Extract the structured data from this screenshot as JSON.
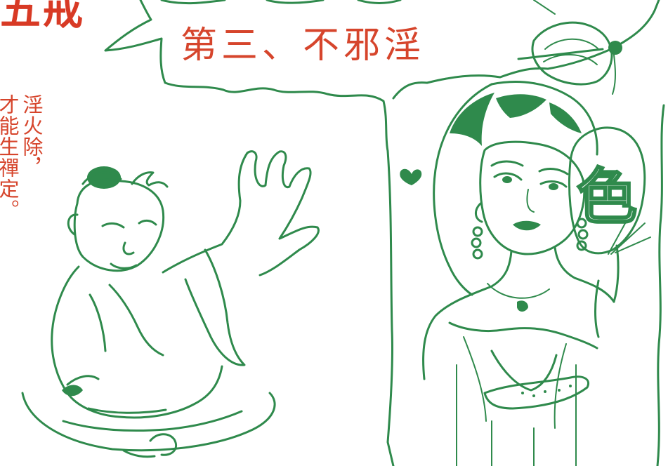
{
  "heading": "五戒",
  "bubble": {
    "title": "第三、不邪淫"
  },
  "verse": {
    "line1": "淫火除，",
    "line2": "才能生禪定。"
  },
  "fan": {
    "glyph": "色"
  },
  "colors": {
    "ink_green": "#2f8a4c",
    "text_red": "#d6452c",
    "heading_red": "#d83a25",
    "background": "#ffffff"
  }
}
